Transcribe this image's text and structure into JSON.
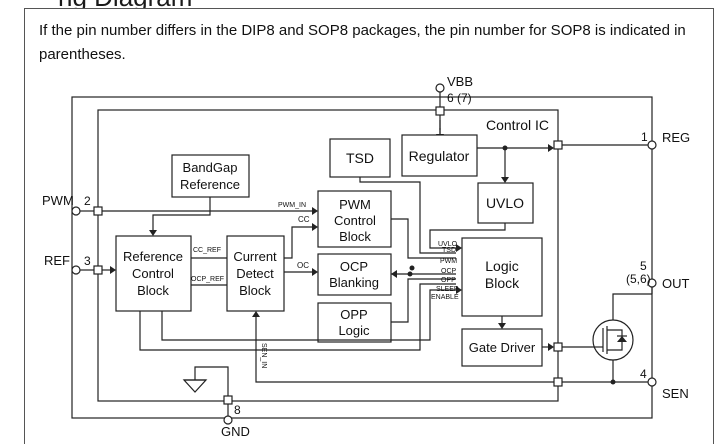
{
  "heading": "ng Diagram",
  "note": "If the pin number differs in the DIP8 and SOP8 packages, the pin number for SOP8 is indicated in parentheses.",
  "chip_label": "Control IC",
  "pins": {
    "vbb": {
      "name": "VBB",
      "num": "6 (7)"
    },
    "reg": {
      "name": "REG",
      "num": "1"
    },
    "pwm": {
      "name": "PWM",
      "num": "2"
    },
    "ref": {
      "name": "REF",
      "num": "3"
    },
    "out": {
      "name": "OUT",
      "num": "5",
      "alt": "(5,6)"
    },
    "sen": {
      "name": "SEN",
      "num": "4"
    },
    "gnd": {
      "name": "GND",
      "num": "8"
    }
  },
  "blocks": {
    "bandgap": [
      "BandGap",
      "Reference"
    ],
    "tsd": [
      "TSD"
    ],
    "regulator": [
      "Regulator"
    ],
    "uvlo": [
      "UVLO"
    ],
    "pwm_ctrl": [
      "PWM",
      "Control",
      "Block"
    ],
    "ref_ctrl": [
      "Reference",
      "Control",
      "Block"
    ],
    "current": [
      "Current",
      "Detect",
      "Block"
    ],
    "ocp": [
      "OCP",
      "Blanking"
    ],
    "opp": [
      "OPP",
      "Logic"
    ],
    "logic": [
      "Logic",
      "Block"
    ],
    "gate": [
      "Gate Driver"
    ]
  },
  "signals": {
    "pwm_in": "PWM_IN",
    "cc_ref": "CC_REF",
    "ocp_ref": "OCP_REF",
    "cc": "CC",
    "oc": "OC",
    "sen_in": "SEN_IN",
    "logic_inputs": [
      "UVLO",
      "TSD",
      "PWM",
      "OCP",
      "OPP",
      "SLEEP",
      "ENABLE"
    ]
  }
}
